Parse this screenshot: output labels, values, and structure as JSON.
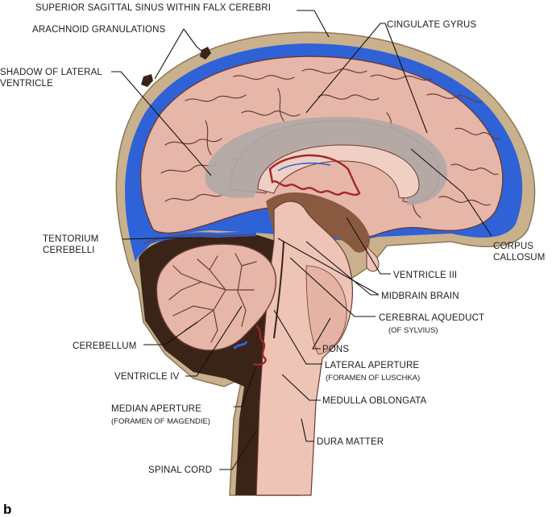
{
  "figure": {
    "panel_letter": "b",
    "labels": {
      "superior_sagittal_sinus": "SUPERIOR SAGITTAL SINUS WITHIN FALX CEREBRI",
      "arachnoid_granulations": "ARACHNOID GRANULATIONS",
      "shadow_lateral_ventricle_1": "SHADOW OF LATERAL",
      "shadow_lateral_ventricle_2": "VENTRICLE",
      "cingulate_gyrus": "CINGULATE GYRUS",
      "tentorium_1": "TENTORIUM",
      "tentorium_2": "CEREBELLI",
      "corpus_callosum_1": "CORPUS",
      "corpus_callosum_2": "CALLOSUM",
      "ventricle_iii": "VENTRICLE III",
      "midbrain": "MIDBRAIN BRAIN",
      "cerebral_aqueduct": "CEREBRAL AQUEDUCT",
      "cerebral_aqueduct_sub": "(OF SYLVIUS)",
      "cerebellum": "CEREBELLUM",
      "pons": "PONS",
      "ventricle_iv": "VENTRICLE IV",
      "lateral_aperture": "LATERAL APERTURE",
      "lateral_aperture_sub": "(FORAMEN OF LUSCHKA)",
      "median_aperture": "MEDIAN APERTURE",
      "median_aperture_sub": "(FORAMEN OF MAGENDIE)",
      "medulla_oblongata": "MEDULLA OBLONGATA",
      "dura_matter": "DURA MATTER",
      "spinal_cord": "SPINAL CORD"
    },
    "colors": {
      "csf_space": "#2f62d6",
      "dura": "#c9b18e",
      "cortex": "#e6b7a8",
      "dark_fill": "#3a2417",
      "brainstem": "#edc4b6",
      "ventricle_shadow": "#b0a8a6",
      "choroid_plexus": "#a3262b"
    }
  }
}
